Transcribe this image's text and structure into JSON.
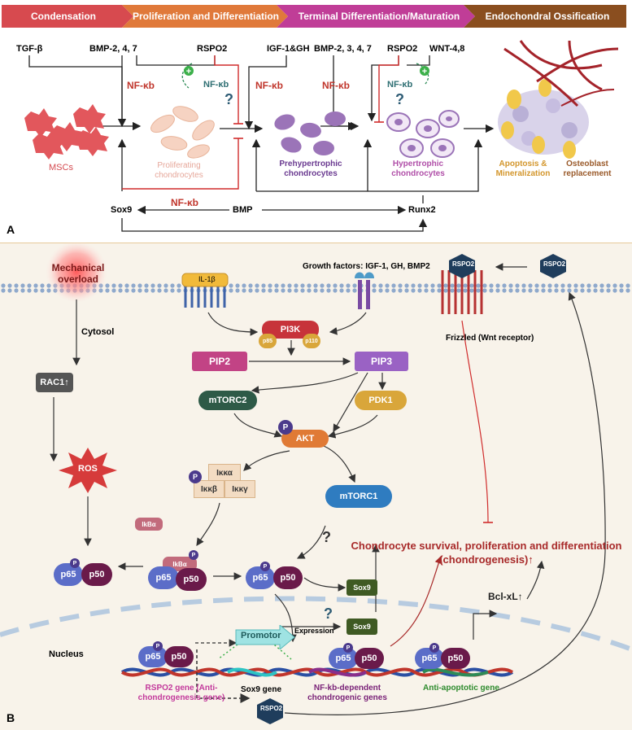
{
  "stages": [
    {
      "label": "Condensation",
      "color": "#d74a4f"
    },
    {
      "label": "Proliferation and Differentiation",
      "color": "#e0793a"
    },
    {
      "label": "Terminal Differentiation/Maturation",
      "color": "#c03d97"
    },
    {
      "label": "Endochondral Ossification",
      "color": "#8a4e1f"
    }
  ],
  "panelA": {
    "panel_label": "A",
    "factors": {
      "tgfb": "TGF-β",
      "bmp247": "BMP-2, 4, 7",
      "rspo2_a": "RSPO2",
      "igf_gh": "IGF-1&GH",
      "bmp2347": "BMP-2, 3, 4, 7",
      "rspo2_b": "RSPO2",
      "wnt48": "WNT-4,8"
    },
    "nfkb": "NF-κb",
    "question": "?",
    "cells": {
      "mscs": "MSCs",
      "proliferating": "Proliferating chondrocytes",
      "prehypertrophic": "Prehypertrophic chondrocytes",
      "hypertrophic": "Hypertrophic chondrocytes",
      "apoptosis": "Apoptosis & Mineralization",
      "osteoblast": "Osteoblast replacement"
    },
    "bottom": {
      "sox9": "Sox9",
      "bmp": "BMP",
      "runx2": "Runx2",
      "nfkb": "NF-κb"
    }
  },
  "panelB": {
    "panel_label": "B",
    "mechanical_overload": "Mechanical overload",
    "cytosol": "Cytosol",
    "nucleus": "Nucleus",
    "il1b": "IL-1β",
    "growth_factors": "Growth factors: IGF-1, GH, BMP2",
    "rspo2_top1": "RSPO2",
    "rspo2_top2": "RSPO2",
    "frizzled": "Frizzled (Wnt receptor)",
    "pi3k": "PI3K",
    "p85": "p85",
    "p110": "p110",
    "pip2": "PIP2",
    "pip3": "PIP3",
    "rac1": "RAC1↑",
    "ros": "ROS",
    "mtorc2": "mTORC2",
    "pdk1": "PDK1",
    "akt": "AKT",
    "p": "P",
    "ikka": "Iκκα",
    "ikkb": "Iκκβ",
    "ikkg": "Iκκγ",
    "ikba": "IkBα",
    "mtorc1": "mTORC1",
    "p65": "p65",
    "p50": "p50",
    "sox9": "Sox9",
    "question": "?",
    "survival": "Chondrocyte survival, proliferation and differentiation (chondrogenesis)↑",
    "bclxl": "Bcl-xL↑",
    "promotor": "Promotor",
    "expression": "Expression",
    "rspo2_gene": "RSPO2 gene (Anti-chondrogenesis gene)",
    "sox9_gene": "Sox9 gene",
    "nfkb_genes": "NF-kb-dependent chondrogenic genes",
    "antiapoptotic_gene": "Anti-apoptotic gene",
    "rspo2_bottom": "RSPO2"
  }
}
